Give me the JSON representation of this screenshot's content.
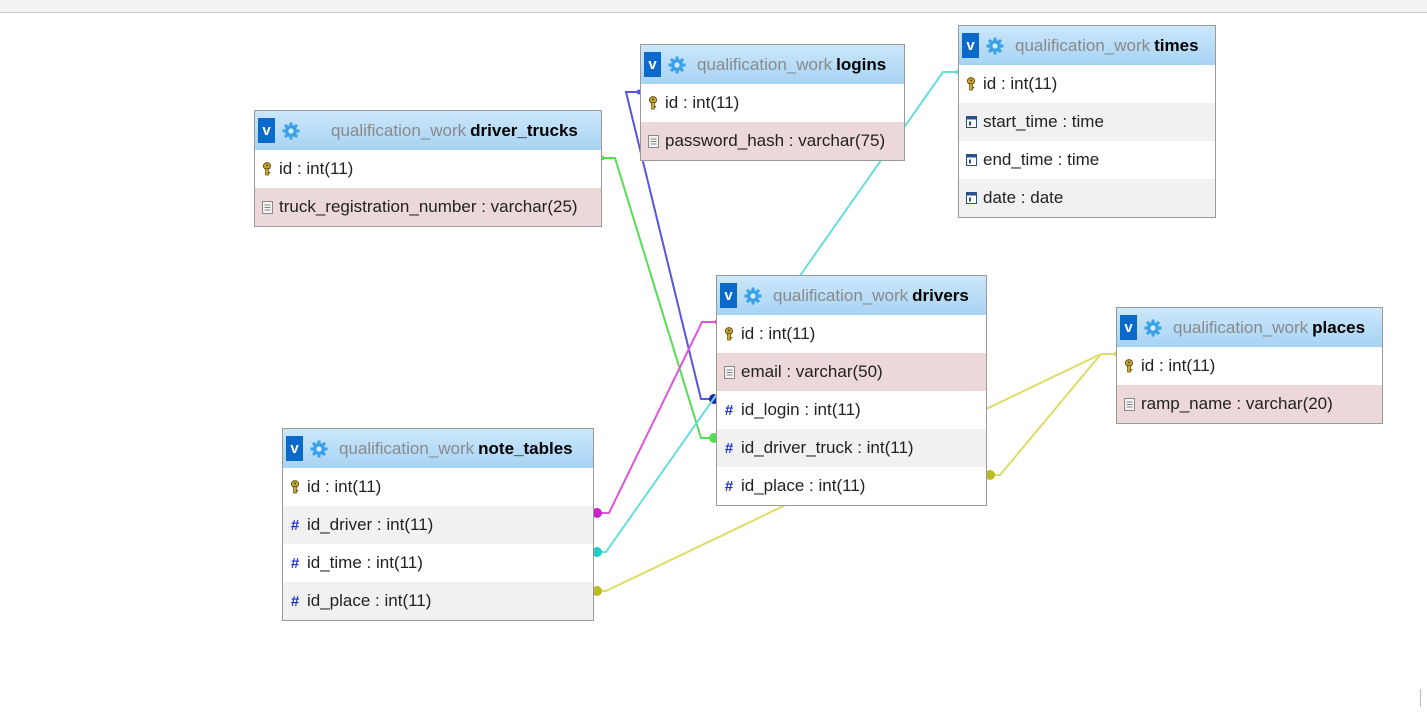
{
  "db": "qualification_work",
  "toggle_label": "v",
  "tables": {
    "driver_trucks": {
      "name": "driver_trucks",
      "cols": [
        {
          "text": "id : int(11)",
          "kind": "key"
        },
        {
          "text": "truck_registration_number : varchar(25)",
          "kind": "text"
        }
      ]
    },
    "logins": {
      "name": "logins",
      "cols": [
        {
          "text": "id : int(11)",
          "kind": "key"
        },
        {
          "text": "password_hash : varchar(75)",
          "kind": "text"
        }
      ]
    },
    "times": {
      "name": "times",
      "cols": [
        {
          "text": "id : int(11)",
          "kind": "key"
        },
        {
          "text": "start_time : time",
          "kind": "date"
        },
        {
          "text": "end_time : time",
          "kind": "date"
        },
        {
          "text": "date : date",
          "kind": "date"
        }
      ]
    },
    "drivers": {
      "name": "drivers",
      "cols": [
        {
          "text": "id : int(11)",
          "kind": "key"
        },
        {
          "text": "email : varchar(50)",
          "kind": "text"
        },
        {
          "text": "id_login : int(11)",
          "kind": "num"
        },
        {
          "text": "id_driver_truck : int(11)",
          "kind": "num"
        },
        {
          "text": "id_place : int(11)",
          "kind": "num"
        }
      ]
    },
    "places": {
      "name": "places",
      "cols": [
        {
          "text": "id : int(11)",
          "kind": "key"
        },
        {
          "text": "ramp_name : varchar(20)",
          "kind": "text"
        }
      ]
    },
    "note_tables": {
      "name": "note_tables",
      "cols": [
        {
          "text": "id : int(11)",
          "kind": "key"
        },
        {
          "text": "id_driver : int(11)",
          "kind": "num"
        },
        {
          "text": "id_time : int(11)",
          "kind": "num"
        },
        {
          "text": "id_place : int(11)",
          "kind": "num"
        }
      ]
    }
  },
  "colors": {
    "green": "#55dd55",
    "blue": "#5555dd",
    "cyan": "#66dddd",
    "magenta": "#dd55dd",
    "yellow": "#dddd66"
  }
}
